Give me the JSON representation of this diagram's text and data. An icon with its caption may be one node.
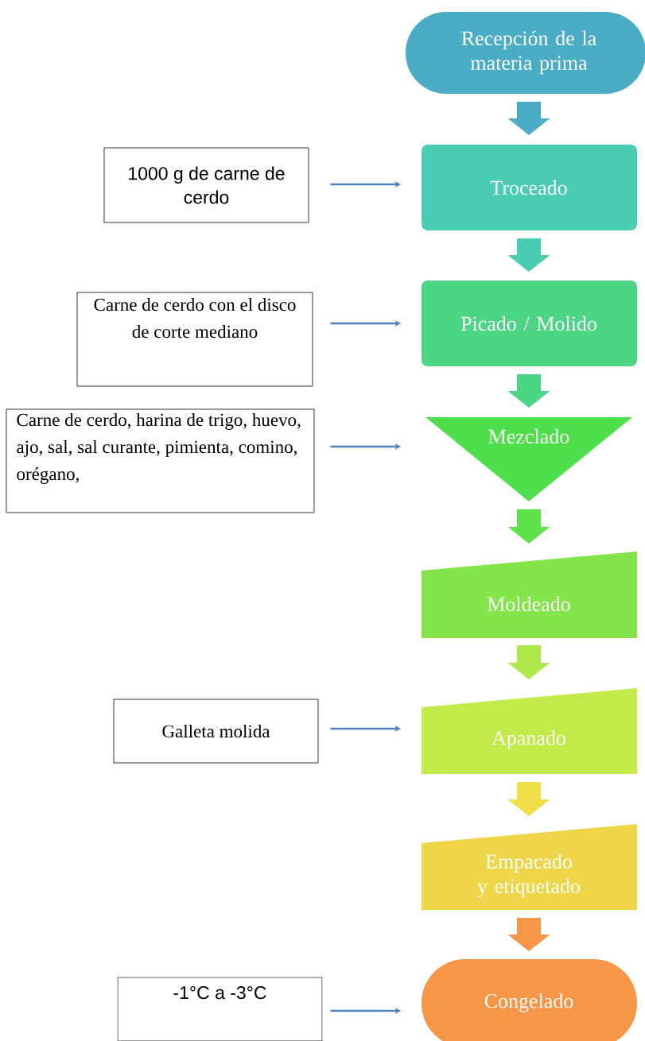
{
  "diagram": {
    "nodes": [
      {
        "text": [
          "Recepción de la materia prima"
        ]
      },
      {
        "text": [
          "1000 g de carne de cerdo"
        ]
      },
      {
        "text": [
          "Troceado"
        ]
      },
      {
        "text": [
          "Carne de cerdo con el disco de corte mediano"
        ]
      },
      {
        "text": [
          "Picado / Molido"
        ]
      },
      {
        "text": [
          "Carne de cerdo, harina de trigo, huevo, ajo, sal, sal curante, pimienta, comino, orégano,"
        ]
      },
      {
        "text": [
          "Mezclado"
        ]
      },
      {
        "text": [
          "Moldeado"
        ]
      },
      {
        "text": [
          "Galleta molida"
        ]
      },
      {
        "text": [
          "Apanado"
        ]
      },
      {
        "text": [
          "Empacado y etiquetado"
        ]
      },
      {
        "text": [
          "-1°C a -3°C"
        ]
      },
      {
        "text": [
          "Congelado"
        ]
      }
    ],
    "edges": [
      {
        "from": 0,
        "to": 2,
        "arrow": "to",
        "color": "#4bacc6"
      },
      {
        "from": 1,
        "to": 2,
        "arrow": "to",
        "color": "#4f81bd"
      },
      {
        "from": 2,
        "to": 4,
        "arrow": "to",
        "color": "#4bcdb4"
      },
      {
        "from": 3,
        "to": 4,
        "arrow": "to",
        "color": "#4f81bd"
      },
      {
        "from": 4,
        "to": 6,
        "arrow": "to",
        "color": "#4bd585"
      },
      {
        "from": 5,
        "to": 6,
        "arrow": "to",
        "color": "#4f81bd"
      },
      {
        "from": 6,
        "to": 7,
        "arrow": "to",
        "color": "#5ee24a"
      },
      {
        "from": 7,
        "to": 9,
        "arrow": "to",
        "color": "#aee84a"
      },
      {
        "from": 8,
        "to": 9,
        "arrow": "to",
        "color": "#4f81bd"
      },
      {
        "from": 9,
        "to": 10,
        "arrow": "to",
        "color": "#efe04a"
      },
      {
        "from": 10,
        "to": 12,
        "arrow": "to",
        "color": "#f79647"
      },
      {
        "from": 11,
        "to": 12,
        "arrow": "to",
        "color": "#4f81bd"
      }
    ]
  }
}
